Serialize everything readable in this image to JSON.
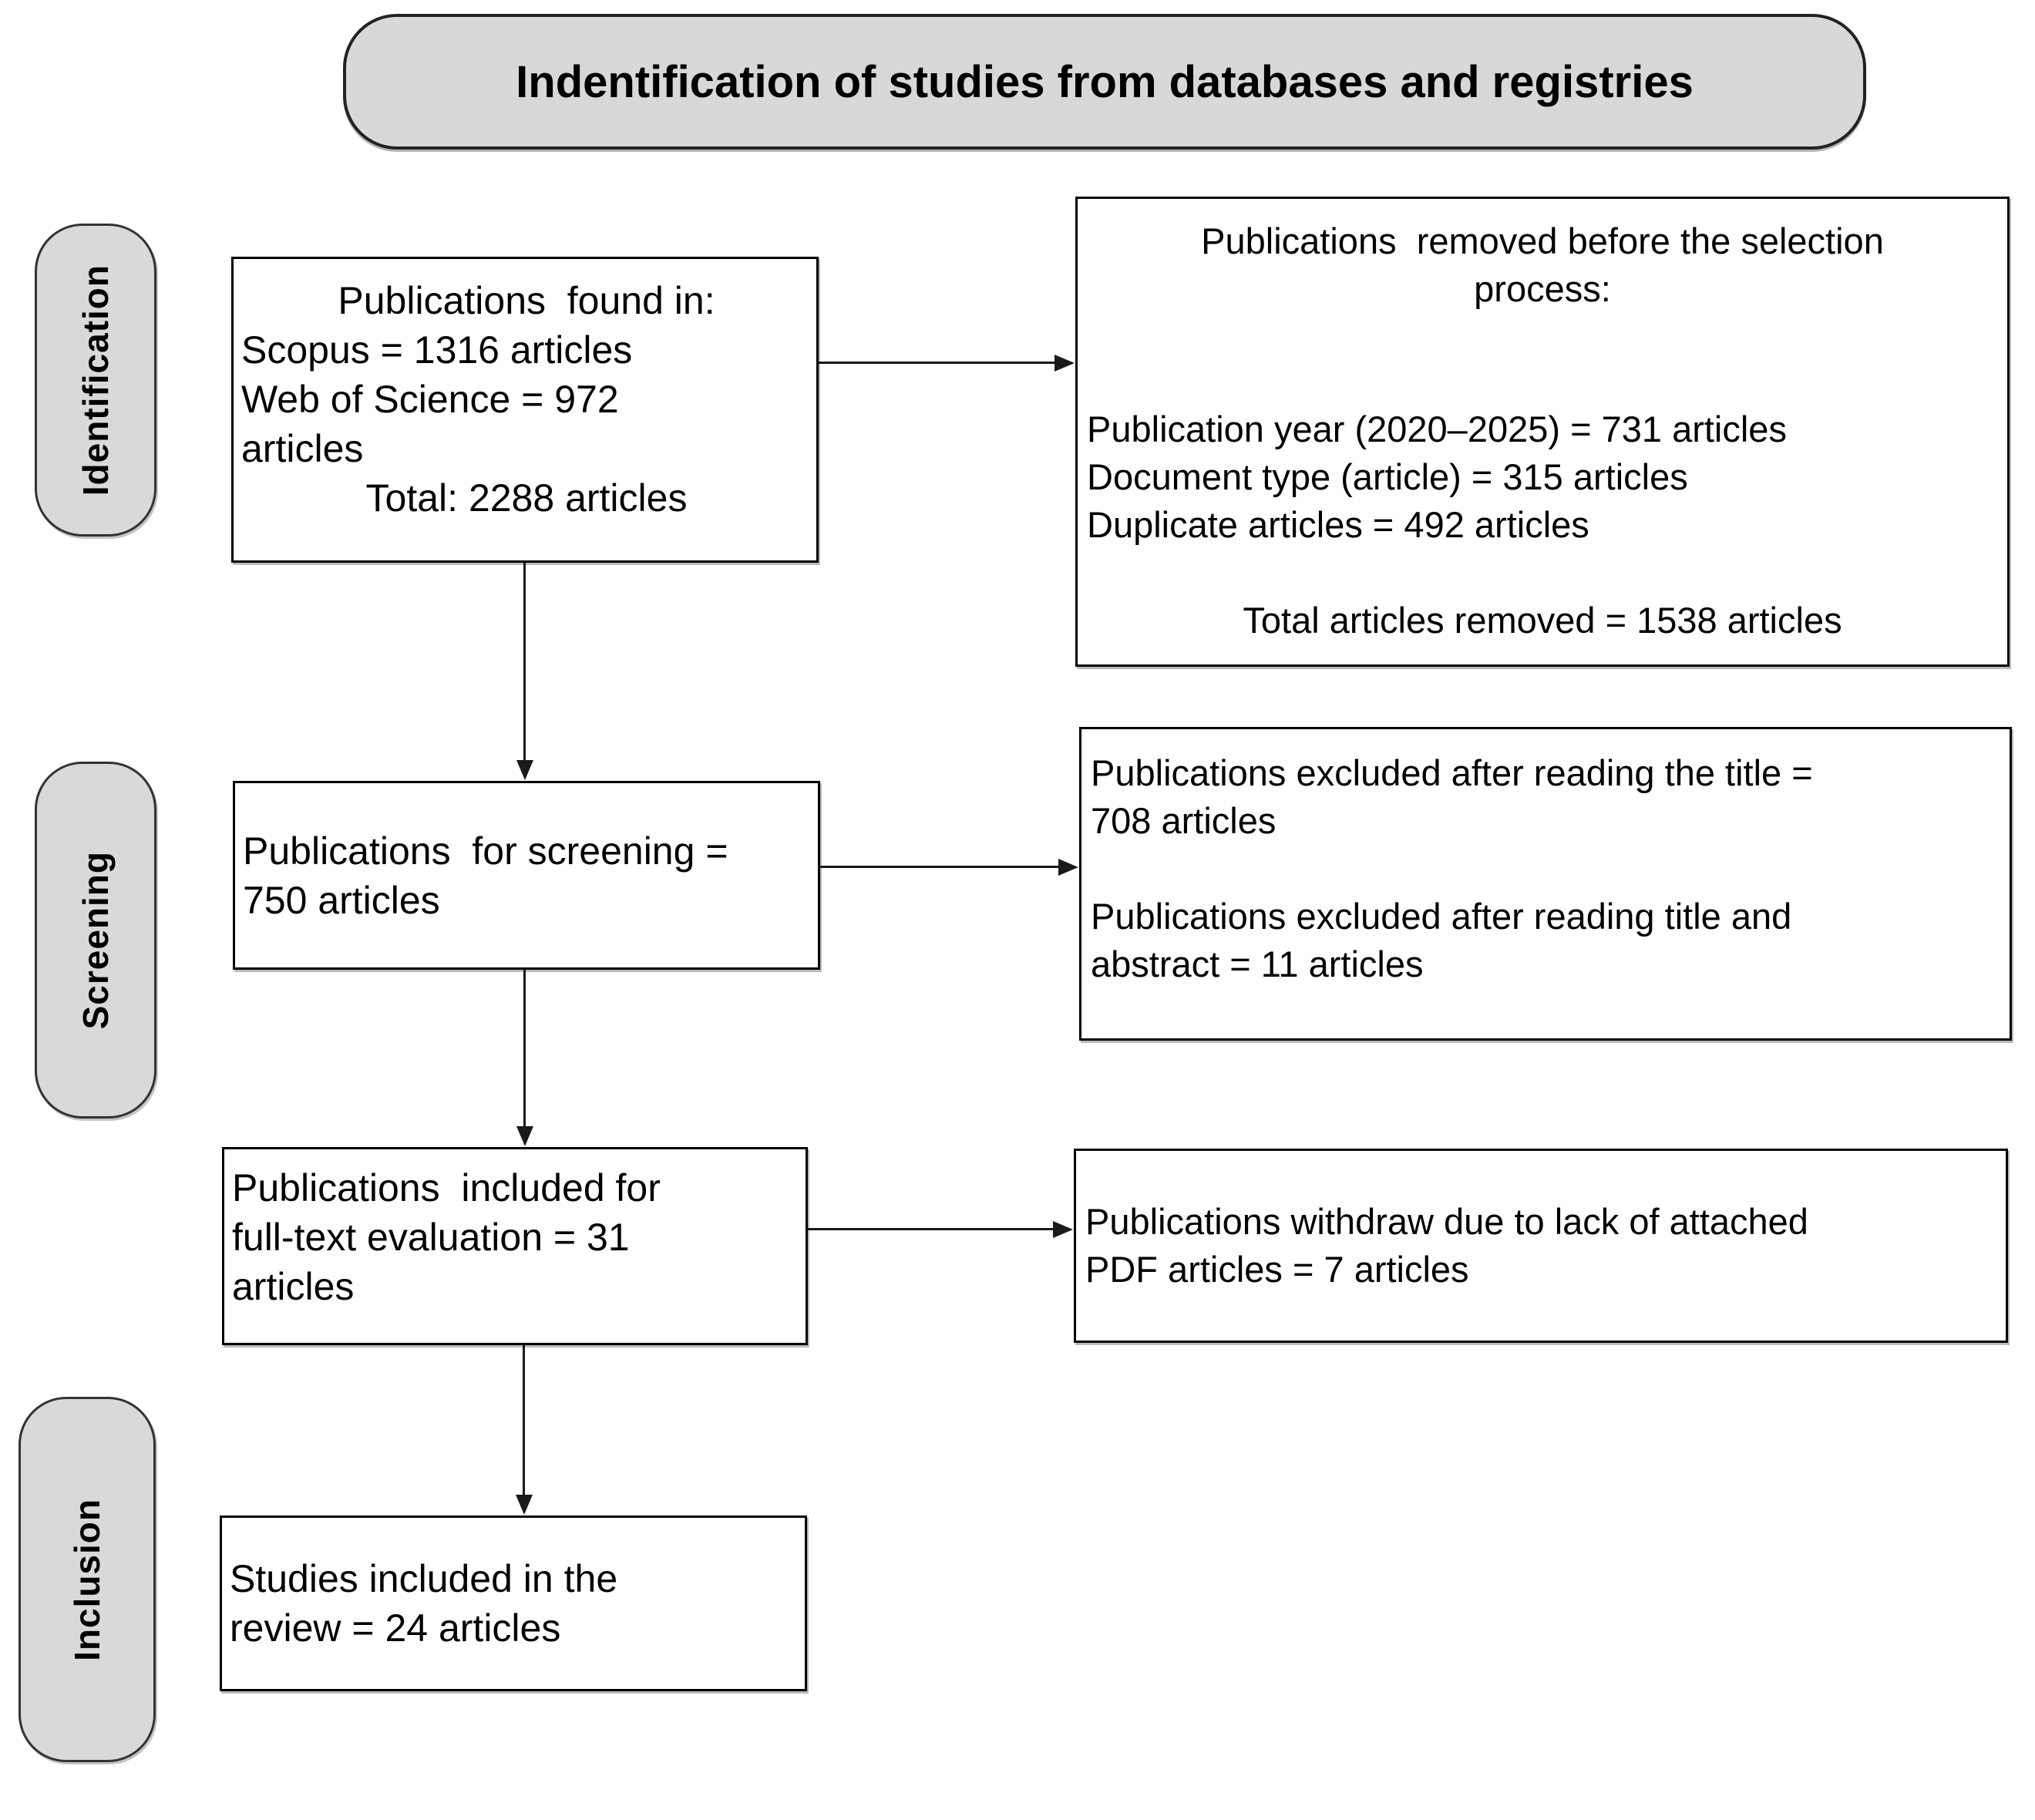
{
  "title": "Indentification of studies from databases and registries",
  "stage_labels": {
    "identification": "Identification",
    "screening": "Screening",
    "inclusion": "Inclusion"
  },
  "boxes": {
    "records_found": {
      "heading": "Publications  found in:",
      "lines": [
        "Scopus = 1316 articles",
        "Web of Science = 972",
        "articles"
      ],
      "total": "Total: 2288 articles"
    },
    "removed_before_screening": {
      "heading_lines": [
        "Publications  removed before the selection",
        "process:"
      ],
      "lines": [
        "Publication year (2020–2025) = 731 articles",
        "Document type (article) = 315 articles",
        "Duplicate articles = 492 articles"
      ],
      "total": "Total articles removed = 1538 articles"
    },
    "for_screening": {
      "lines": [
        "Publications  for screening =",
        "750 articles"
      ]
    },
    "excluded_after_reading": {
      "lines": [
        "Publications excluded after reading the title =",
        "708 articles",
        "",
        "Publications excluded after reading title and",
        "abstract = 11 articles"
      ]
    },
    "fulltext_evaluation": {
      "lines": [
        "Publications  included for",
        "full-text evaluation = 31",
        "articles"
      ]
    },
    "withdrawn_no_pdf": {
      "lines": [
        "Publications withdraw due to lack of attached",
        "PDF articles = 7 articles"
      ]
    },
    "included_in_review": {
      "lines": [
        "Studies included in the",
        "review = 24 articles"
      ]
    }
  },
  "colors": {
    "stage_fill": "#d9d9d9",
    "box_border": "#000000",
    "arrow": "#1a1a1a"
  }
}
